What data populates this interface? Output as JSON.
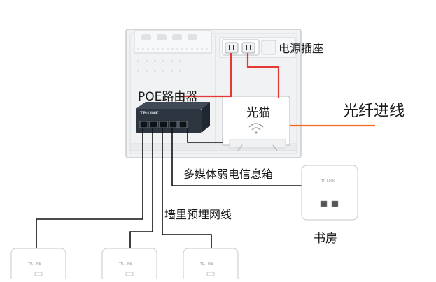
{
  "labels": {
    "poe_router": "POE路由器",
    "power_socket": "电源插座",
    "optical_modem": "光猫",
    "fiber_in": "光纤进线",
    "media_box": "多媒体弱电信息箱",
    "wall_cable": "墙里预埋网线",
    "study_room": "书房"
  },
  "brand": {
    "router": "TP-LINK",
    "ap": "TP-LINK"
  },
  "colors": {
    "power_cable": "#e53935",
    "fiber_cable": "#f26a1b",
    "network_cable": "#111111",
    "box_fill": "#f1f2f3",
    "router_body": "#2c3540"
  },
  "icons": {
    "wifi": "wifi-icon",
    "ethernet": "ethernet-port-icon"
  }
}
